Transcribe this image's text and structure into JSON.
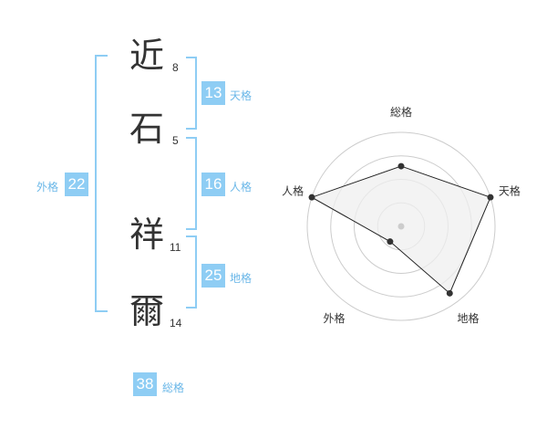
{
  "name": {
    "chars": [
      {
        "char": "近",
        "strokes": "8"
      },
      {
        "char": "石",
        "strokes": "5"
      },
      {
        "char": "祥",
        "strokes": "11"
      },
      {
        "char": "爾",
        "strokes": "14"
      }
    ]
  },
  "kakusu": {
    "tenkaku": {
      "value": "13",
      "label": "天格"
    },
    "jinkaku": {
      "value": "16",
      "label": "人格"
    },
    "chikaku": {
      "value": "25",
      "label": "地格"
    },
    "gaikaku": {
      "value": "22",
      "label": "外格"
    },
    "soukaku": {
      "value": "38",
      "label": "総格"
    }
  },
  "colors": {
    "accent": "#8ecdf4",
    "accent_text": "#6ab7e8",
    "text": "#333333",
    "ring": "#cccccc",
    "polygon_fill": "#efefef"
  },
  "chart_data": {
    "type": "radar",
    "axes": [
      "総格",
      "天格",
      "地格",
      "外格",
      "人格"
    ],
    "values": [
      0.64,
      1.0,
      0.88,
      0.2,
      1.0
    ],
    "max": 1.0,
    "rings": 4
  }
}
